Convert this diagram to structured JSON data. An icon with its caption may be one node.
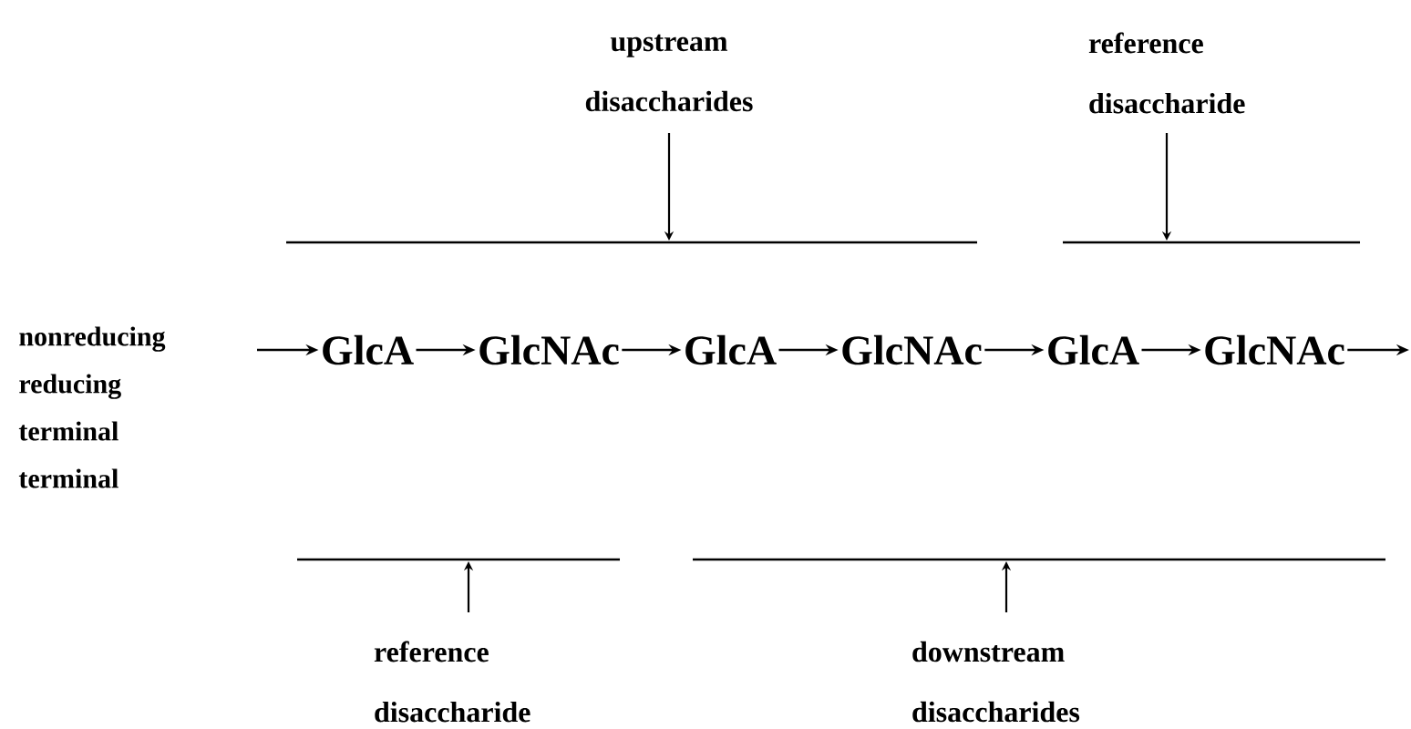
{
  "diagram": {
    "nodes": [
      {
        "text": [
          "upstream disaccharides"
        ]
      },
      {
        "text": [
          "reference disaccharide"
        ]
      },
      {
        "text": [],
        "shape": "bar"
      },
      {
        "text": [],
        "shape": "bar"
      },
      {
        "text": [
          "GlcA"
        ]
      },
      {
        "text": [
          "GlcNAc"
        ]
      },
      {
        "text": [
          "GlcA"
        ]
      },
      {
        "text": [
          "GlcNAc"
        ]
      },
      {
        "text": [
          "GlcA"
        ]
      },
      {
        "text": [
          "GlcNAc"
        ]
      },
      {
        "text": [],
        "shape": "bar"
      },
      {
        "text": [],
        "shape": "bar"
      },
      {
        "text": [
          "reference disaccharide"
        ]
      },
      {
        "text": [
          "downstream disaccharides"
        ]
      }
    ],
    "edges": [
      {
        "from": 0,
        "to": 2,
        "arrow": "to"
      },
      {
        "from": 1,
        "to": 3,
        "arrow": "to"
      },
      {
        "from": null,
        "to": 4,
        "arrow": "to"
      },
      {
        "from": 4,
        "to": 5,
        "arrow": "to"
      },
      {
        "from": 5,
        "to": 6,
        "arrow": "to"
      },
      {
        "from": 6,
        "to": 7,
        "arrow": "to"
      },
      {
        "from": 7,
        "to": 8,
        "arrow": "to"
      },
      {
        "from": 8,
        "to": 9,
        "arrow": "to"
      },
      {
        "from": 9,
        "to": null,
        "arrow": "to"
      },
      {
        "from": 12,
        "to": 10,
        "arrow": "to"
      },
      {
        "from": 13,
        "to": 11,
        "arrow": "to"
      }
    ],
    "labels": [
      "nonreducing reducing terminal terminal"
    ]
  }
}
